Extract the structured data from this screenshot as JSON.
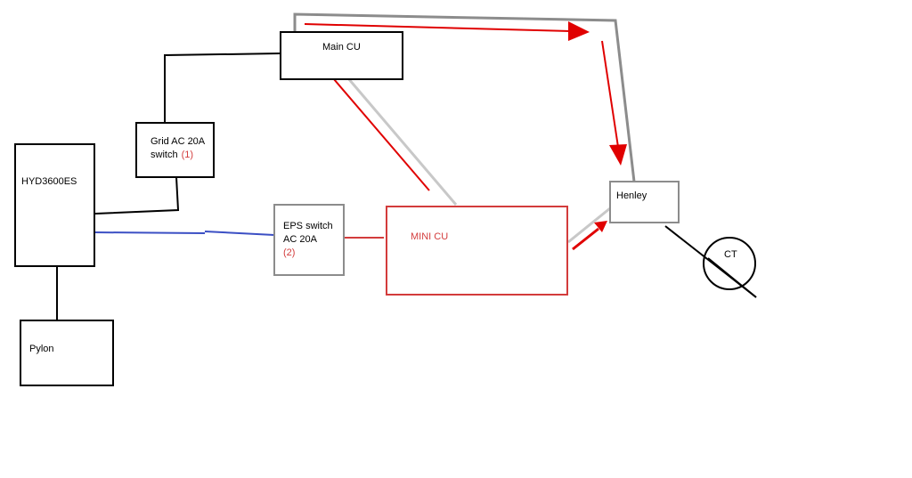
{
  "colors": {
    "black": "#000000",
    "grey": "#8c8c8c",
    "light_grey": "#c8c8c8",
    "red": "#d7191c",
    "box_red": "#d33c3c",
    "blue": "#3b4fc4"
  },
  "nodes": {
    "main_cu": {
      "label": "Main CU"
    },
    "grid_switch": {
      "line1": "Grid AC 20A",
      "line2": "switch",
      "number": "(1)"
    },
    "hyd": {
      "label": "HYD3600ES"
    },
    "eps_switch": {
      "line1": "EPS switch",
      "line2": "AC 20A",
      "number": "(2)"
    },
    "mini_cu": {
      "label": "MINI CU"
    },
    "henley": {
      "label": "Henley"
    },
    "pylon": {
      "label": "Pylon"
    },
    "ct": {
      "label": "CT"
    }
  }
}
